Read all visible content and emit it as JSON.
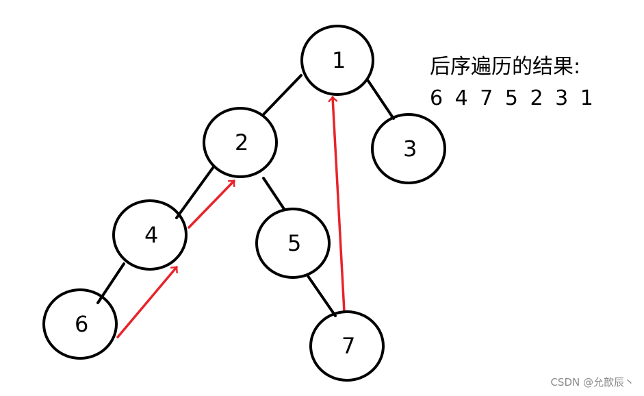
{
  "diagram": {
    "nodes": [
      {
        "id": "1",
        "label": "1"
      },
      {
        "id": "2",
        "label": "2"
      },
      {
        "id": "3",
        "label": "3"
      },
      {
        "id": "4",
        "label": "4"
      },
      {
        "id": "5",
        "label": "5"
      },
      {
        "id": "6",
        "label": "6"
      },
      {
        "id": "7",
        "label": "7"
      }
    ],
    "edges": [
      {
        "from": "1",
        "to": "2"
      },
      {
        "from": "1",
        "to": "3"
      },
      {
        "from": "2",
        "to": "4"
      },
      {
        "from": "2",
        "to": "5"
      },
      {
        "from": "4",
        "to": "6"
      },
      {
        "from": "5",
        "to": "7"
      }
    ],
    "traversal_arrows": [
      {
        "from": "6",
        "to": "4"
      },
      {
        "from": "4",
        "to": "2"
      },
      {
        "from": "7",
        "to": "1"
      }
    ],
    "colors": {
      "node_stroke": "#000000",
      "edge": "#000000",
      "arrow": "#e8232a"
    }
  },
  "result": {
    "title": "后序遍历的结果:",
    "sequence": "6 4 7 5 2 3 1"
  },
  "watermark": "CSDN @允歆辰丶"
}
